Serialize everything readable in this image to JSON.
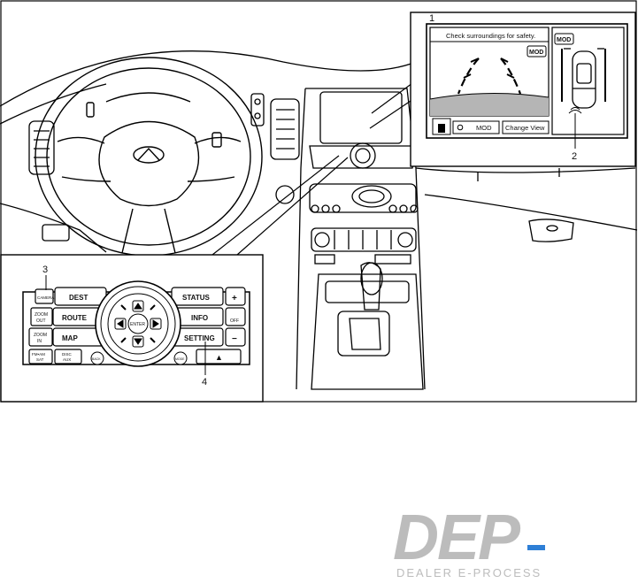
{
  "callouts": {
    "c1": "1",
    "c2": "2",
    "c3": "3",
    "c4": "4"
  },
  "display": {
    "warning": "Check surroundings for safety.",
    "mod_badge_left": "MOD",
    "mod_badge_right": "MOD",
    "mod_button": "MOD",
    "change_view_button": "Change View"
  },
  "controller": {
    "camera": "CAMERA",
    "dest": "DEST",
    "route": "ROUTE",
    "map": "MAP",
    "zoom_out": [
      "ZOOM",
      "OUT"
    ],
    "zoom_in": [
      "ZOOM",
      "IN"
    ],
    "fm_am_sat": [
      "FM•AM",
      "SAT"
    ],
    "disc_aux": [
      "DISC",
      "AUX"
    ],
    "status": "STATUS",
    "info": "INFO",
    "setting": "SETTING",
    "plus": "+",
    "minus": "−",
    "voice_off": "OFF",
    "center": "ENTER",
    "back": "BACK",
    "mode": "MODE",
    "eject": "▲"
  },
  "watermark": {
    "logo_text": "DEP",
    "tagline": "DEALER E-PROCESS",
    "colors": {
      "logo_gray": "#bcbcbc",
      "accent_blue": "#2e7fd6"
    }
  }
}
